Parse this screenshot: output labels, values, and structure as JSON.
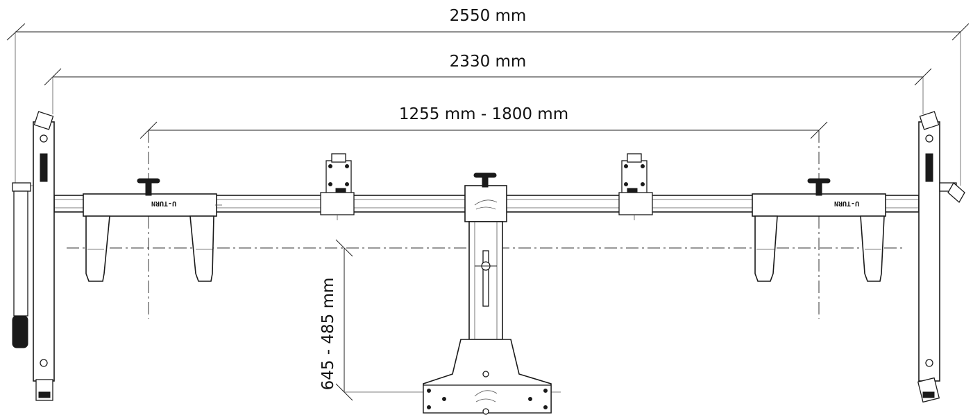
{
  "dimensions": {
    "overall_width": "2550 mm",
    "inner_width": "2330 mm",
    "adjustable_range": "1255 mm - 1800 mm",
    "height_range": "645 - 485 mm"
  },
  "brand_marks": {
    "left_arm": "U-TURN",
    "right_arm": "U-TURN"
  }
}
